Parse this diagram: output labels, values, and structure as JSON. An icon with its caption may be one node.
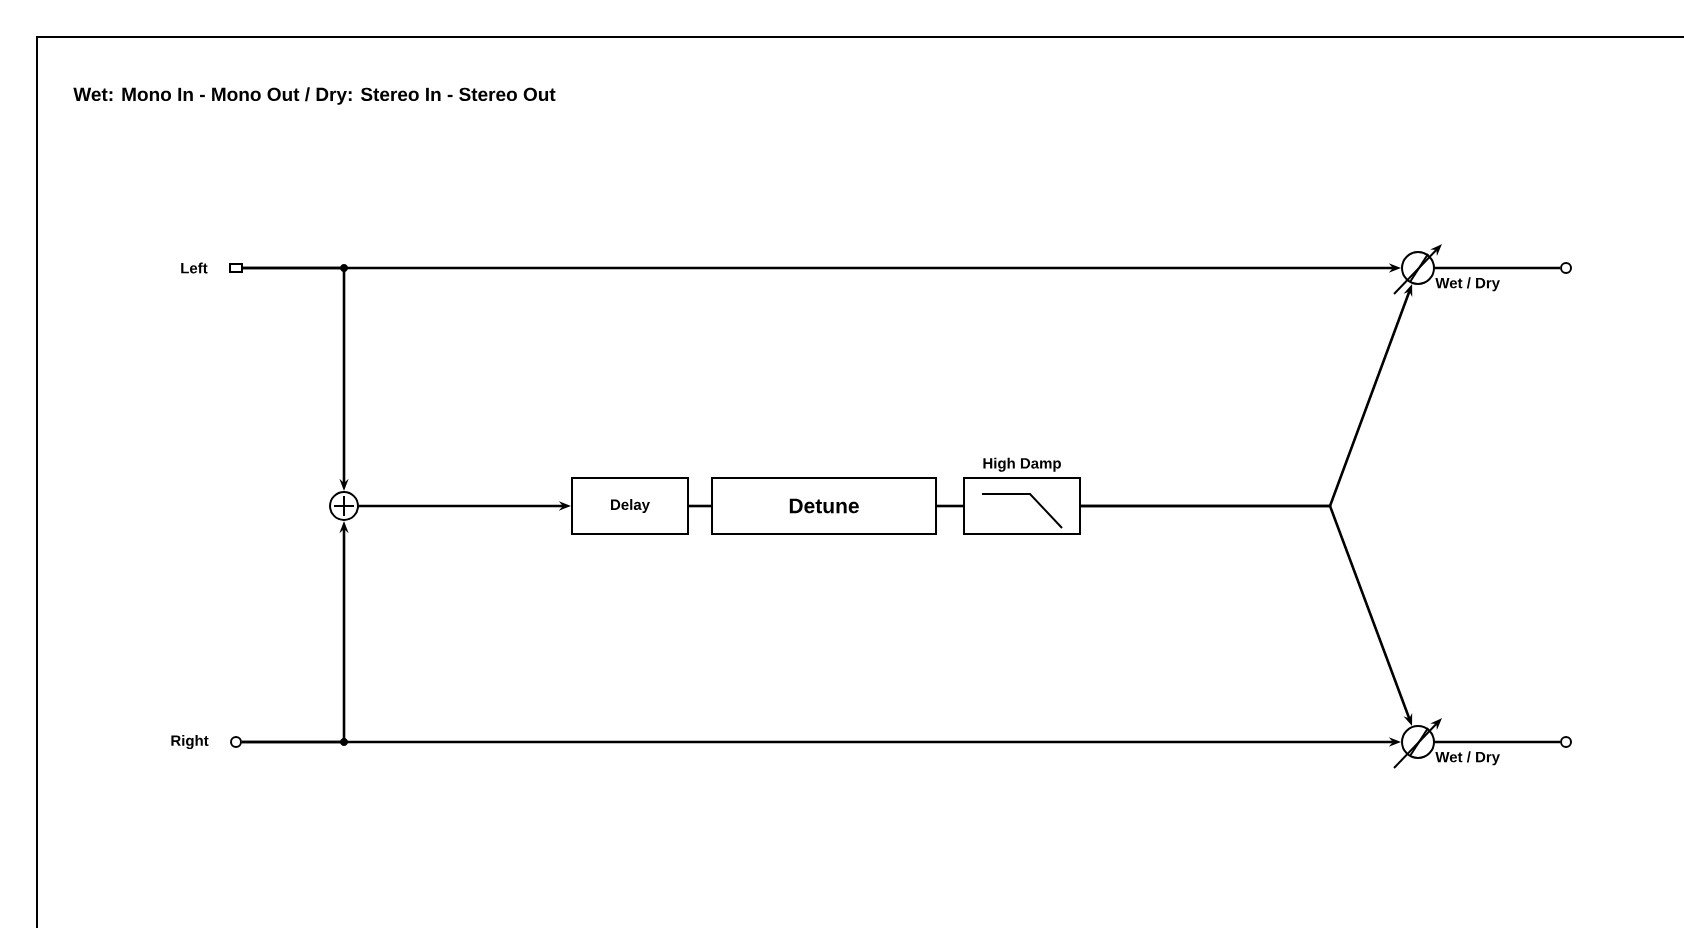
{
  "diagram": {
    "title": "Wet: Mono In - Mono Out / Dry: Stereo In - Stereo Out",
    "nodes": [
      {
        "text": [],
        "shape": "box",
        "beside": [
          "Left"
        ]
      },
      {
        "text": [],
        "shape": "circle",
        "beside": [
          "Right"
        ]
      },
      {
        "text": [],
        "shape": "circle"
      },
      {
        "text": [
          "Delay"
        ]
      },
      {
        "text": [
          "Detune"
        ]
      },
      {
        "text": [
          "High Damp"
        ]
      },
      {
        "text": [],
        "shape": "circle",
        "beside": [
          "Wet / Dry"
        ]
      },
      {
        "text": [],
        "shape": "circle",
        "beside": [
          "Wet / Dry"
        ]
      },
      {
        "text": [],
        "shape": "circle"
      },
      {
        "text": [],
        "shape": "circle"
      }
    ],
    "edges": [
      {
        "from": 0,
        "to": 6,
        "arrow": "to"
      },
      {
        "from": 0,
        "to": 2,
        "arrow": "to"
      },
      {
        "from": 1,
        "to": 7,
        "arrow": "to"
      },
      {
        "from": 1,
        "to": 2,
        "arrow": "to"
      },
      {
        "from": 2,
        "to": 3,
        "arrow": "to"
      },
      {
        "from": 3,
        "to": 4,
        "arrow": "none"
      },
      {
        "from": 4,
        "to": 5,
        "arrow": "none"
      },
      {
        "from": 5,
        "to": 6,
        "arrow": "to"
      },
      {
        "from": 5,
        "to": 7,
        "arrow": "to"
      },
      {
        "from": 6,
        "to": 8,
        "arrow": "none"
      },
      {
        "from": 7,
        "to": 9,
        "arrow": "none"
      }
    ]
  }
}
